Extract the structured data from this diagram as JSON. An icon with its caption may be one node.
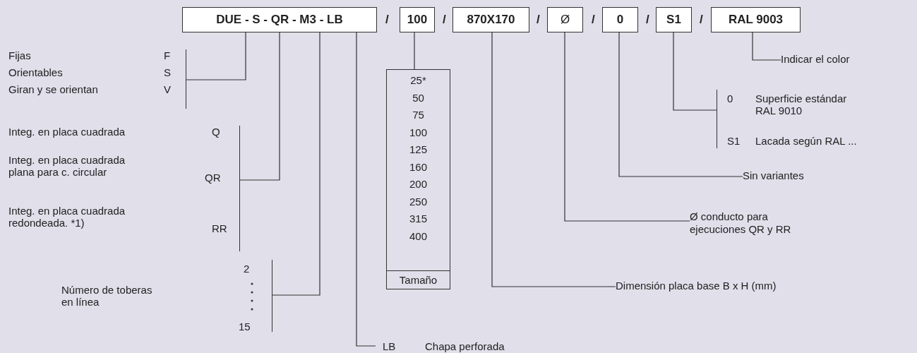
{
  "diagram": {
    "nodes": [
      {
        "text": [
          "DUE - S - QR - M3 - LB"
        ]
      },
      {
        "text": [
          "100"
        ]
      },
      {
        "text": [
          "870X170"
        ]
      },
      {
        "text": [
          "Ø"
        ]
      },
      {
        "text": [
          "0"
        ]
      },
      {
        "text": [
          "S1"
        ]
      },
      {
        "text": [
          "RAL 9003"
        ]
      },
      {
        "text": [
          "Fijas",
          "F",
          "Orientables",
          "S",
          "Giran y se orientan",
          "V"
        ]
      },
      {
        "text": [
          "Integ. en placa cuadrada",
          "Q",
          "Integ. en placa cuadrada plana para c. circular",
          "QR",
          "Integ. en placa cuadrada redondeada. *1)",
          "RR"
        ]
      },
      {
        "text": [
          "2",
          "15",
          "Número de toberas en línea"
        ]
      },
      {
        "text": [
          "LB",
          "Chapa perforada"
        ]
      },
      {
        "text": [
          "25*",
          "50",
          "75",
          "100",
          "125",
          "160",
          "200",
          "250",
          "315",
          "400",
          "Tamaño"
        ]
      },
      {
        "text": [
          "Dimensión placa base B x H (mm)"
        ]
      },
      {
        "text": [
          "Ø conducto para ejecuciones QR y RR"
        ]
      },
      {
        "text": [
          "Sin variantes"
        ]
      },
      {
        "text": [
          "0",
          "Superficie estándar RAL 9010",
          "S1",
          "Lacada según RAL ..."
        ]
      },
      {
        "text": [
          "Indicar el color"
        ]
      }
    ],
    "edges": [
      {
        "from": 0,
        "to": 7,
        "arrow": "none"
      },
      {
        "from": 0,
        "to": 8,
        "arrow": "none"
      },
      {
        "from": 0,
        "to": 9,
        "arrow": "none"
      },
      {
        "from": 0,
        "to": 10,
        "arrow": "none"
      },
      {
        "from": 1,
        "to": 11,
        "arrow": "none"
      },
      {
        "from": 2,
        "to": 12,
        "arrow": "none"
      },
      {
        "from": 3,
        "to": 13,
        "arrow": "none"
      },
      {
        "from": 4,
        "to": 14,
        "arrow": "none"
      },
      {
        "from": 5,
        "to": 15,
        "arrow": "none"
      },
      {
        "from": 6,
        "to": 16,
        "arrow": "none"
      }
    ],
    "labels": [
      "/",
      "/",
      "/",
      "/",
      "/",
      "/"
    ]
  }
}
